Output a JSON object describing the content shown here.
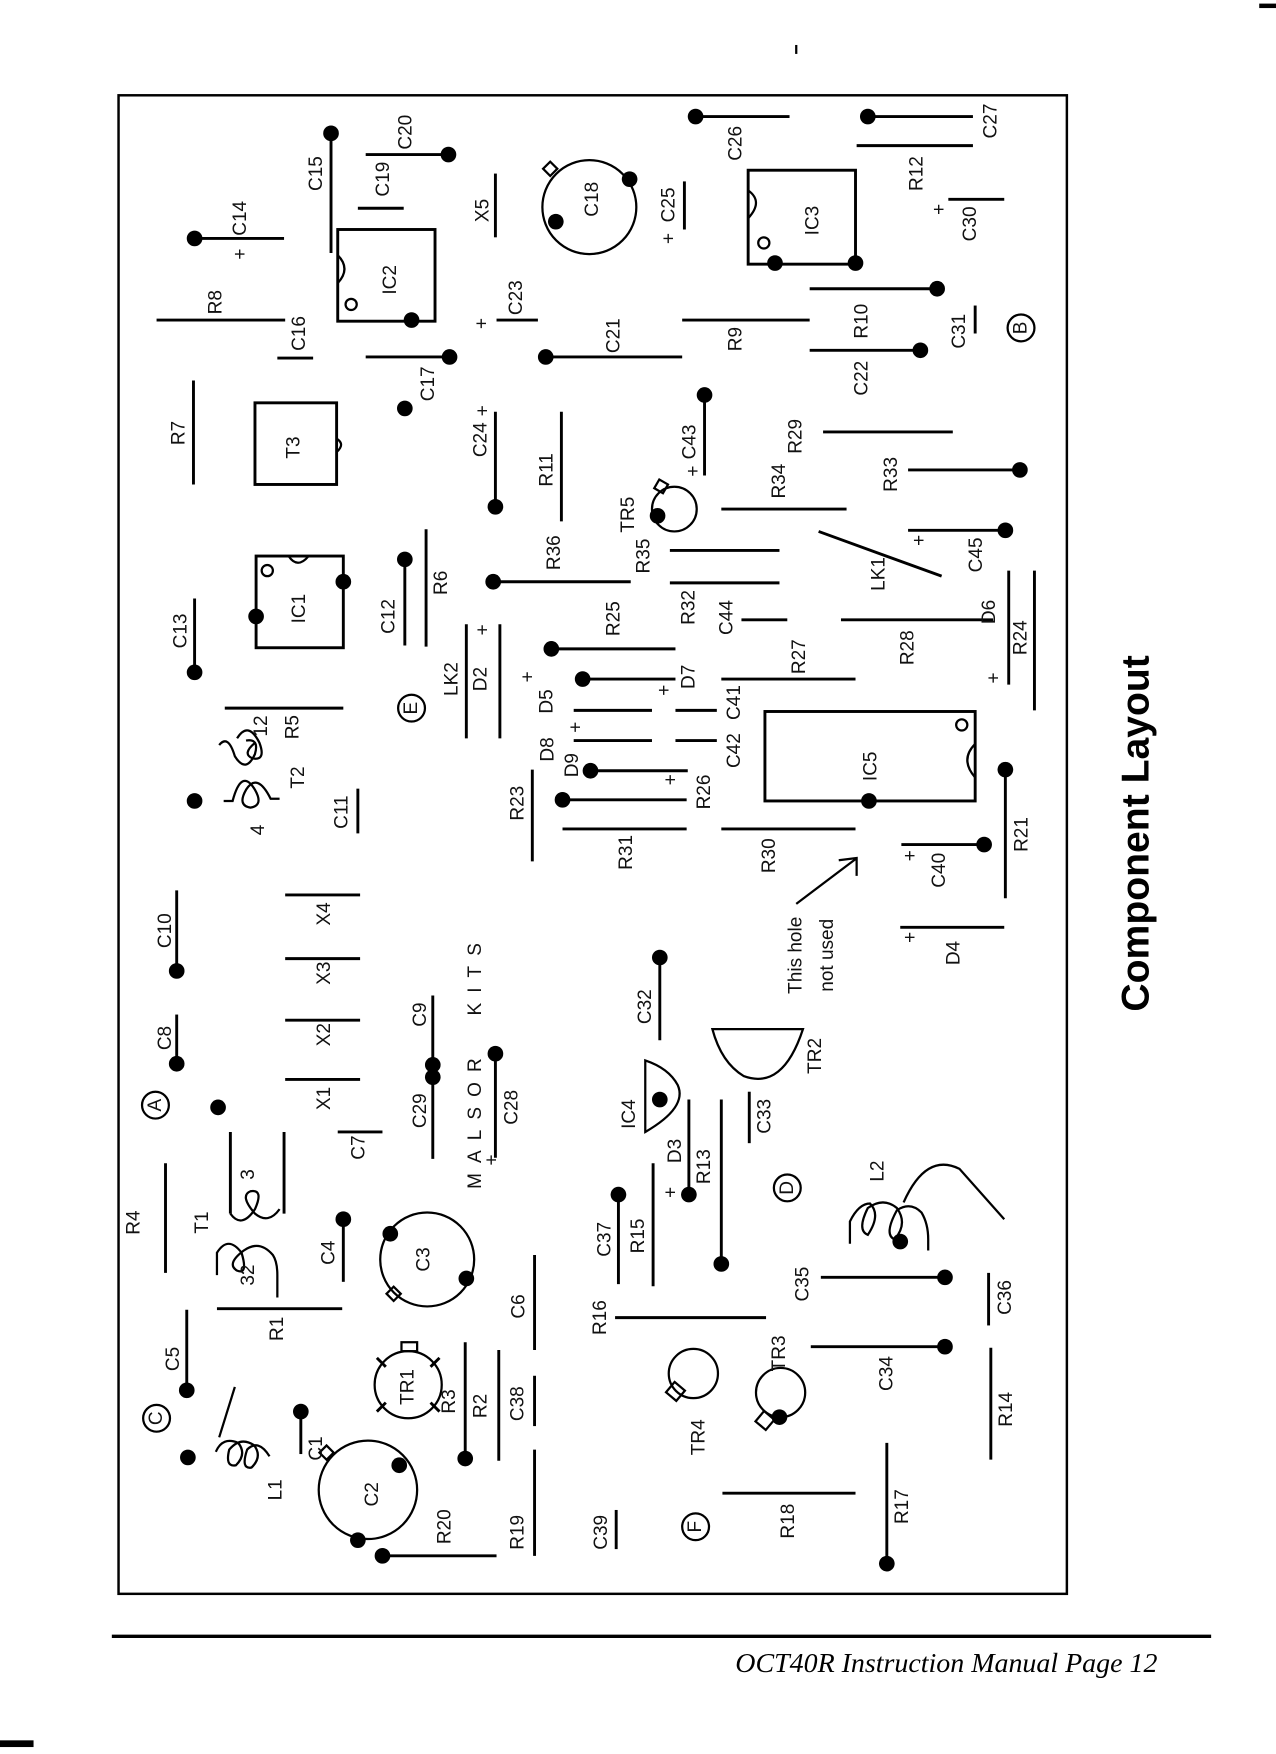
{
  "title": "Component Layout",
  "footer": "OCT40R  Instruction Manual  Page 12",
  "brand": {
    "top": "KITS",
    "bottom": "MALSOR"
  },
  "note": [
    "This hole",
    "not used"
  ],
  "polarity_mark": "+",
  "test_points": [
    "A",
    "B",
    "C",
    "D",
    "E",
    "F"
  ],
  "pin_numbers": {
    "t2_a": "12",
    "t2_b": "4",
    "t1_a": "3",
    "t1_b": "32"
  },
  "component_labels": [
    "C14",
    "C15",
    "C19",
    "C20",
    "X5",
    "C18",
    "C25",
    "C26",
    "C27",
    "R12",
    "C30",
    "IC3",
    "R8",
    "C16",
    "IC2",
    "C23",
    "C21",
    "C17",
    "R9",
    "R10",
    "C22",
    "C31",
    "R7",
    "T3",
    "C24",
    "R11",
    "C43",
    "TR5",
    "R29",
    "R34",
    "R33",
    "LK1",
    "C45",
    "R35",
    "R32",
    "R36",
    "R6",
    "C12",
    "IC1",
    "C13",
    "R5",
    "T2",
    "C11",
    "LK2",
    "D2",
    "R25",
    "D7",
    "R27",
    "C44",
    "R28",
    "D6",
    "R24",
    "D5",
    "C41",
    "D8",
    "C42",
    "D9",
    "R23",
    "R26",
    "R31",
    "R30",
    "IC5",
    "R21",
    "C40",
    "D4",
    "C10",
    "C8",
    "X4",
    "X3",
    "X2",
    "X1",
    "C9",
    "C29",
    "C28",
    "C7",
    "T1",
    "R4",
    "C4",
    "R1",
    "C3",
    "C6",
    "C5",
    "L1",
    "C1",
    "TR1",
    "R3",
    "R2",
    "C38",
    "C2",
    "R20",
    "R19",
    "C39",
    "C32",
    "TR2",
    "IC4",
    "D3",
    "R13",
    "C33",
    "L2",
    "C37",
    "R15",
    "R16",
    "C35",
    "C36",
    "TR3",
    "C34",
    "R14",
    "TR4",
    "R18",
    "R17"
  ]
}
